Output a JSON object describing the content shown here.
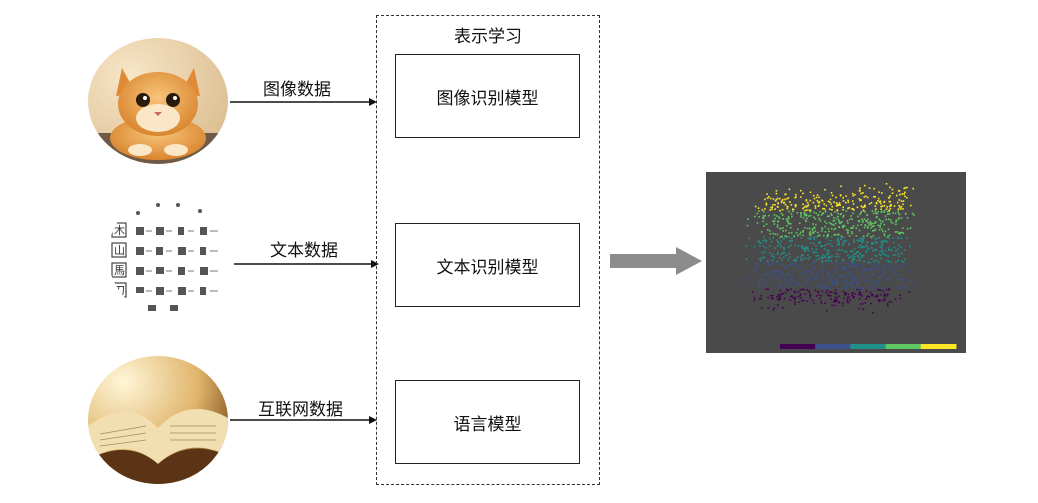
{
  "sources": [
    {
      "name": "image",
      "label": "图像数据",
      "icon": "cat-photo-icon"
    },
    {
      "name": "text",
      "label": "文本数据",
      "icon": "ancient-characters-icon"
    },
    {
      "name": "web",
      "label": "互联网数据",
      "icon": "open-book-icon"
    }
  ],
  "frame": {
    "title": "表示学习"
  },
  "models": [
    {
      "label": "图像识别模型"
    },
    {
      "label": "文本识别模型"
    },
    {
      "label": "语言模型"
    }
  ],
  "output": {
    "icon": "embedding-cube-icon",
    "colormap": [
      "#440154",
      "#3b528b",
      "#21918c",
      "#5ec962",
      "#fde725"
    ]
  },
  "colors": {
    "arrow": "#111111",
    "big_arrow": "#8c8c8c",
    "viz_bg": "#4a4a4a"
  }
}
